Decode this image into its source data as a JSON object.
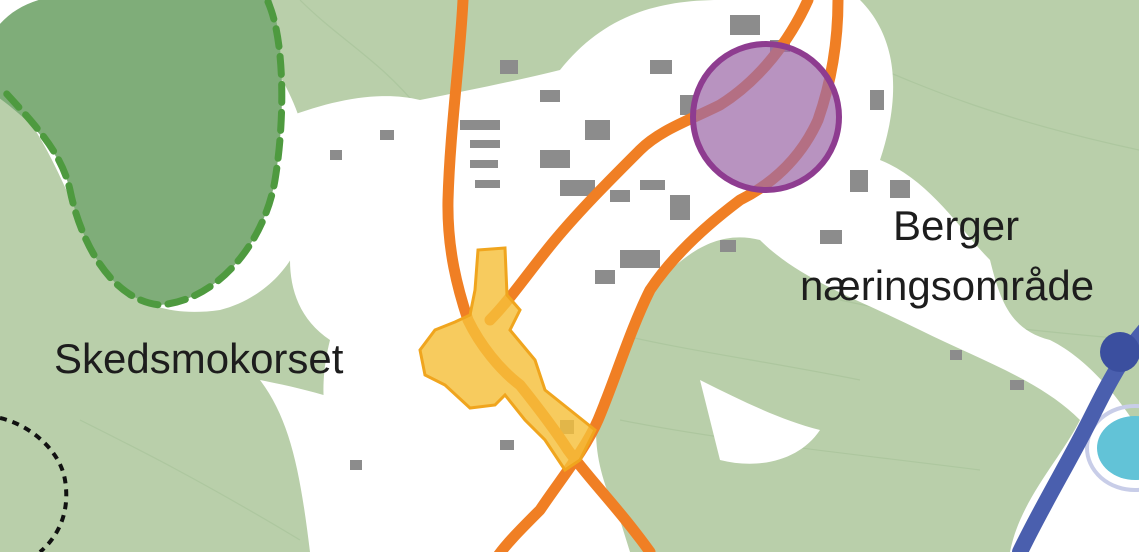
{
  "labels": {
    "skedsmokorset": "Skedsmokorset",
    "berger_line1": "Berger",
    "berger_line2": "næringsområde"
  },
  "colors": {
    "background_green": "#b9cfaa",
    "dark_green_area": "#7fad79",
    "green_dashed_boundary": "#4e9a3f",
    "black_dashed_boundary": "#111111",
    "built_up_area": "#ffffff",
    "buildings": "#8c8c8c",
    "main_roads": "#f07f24",
    "center_zone": "#f5bf3a",
    "business_area_circle": "#8e5a9c",
    "railway_line": "#4a5fae",
    "station_node": "#3b4f9f",
    "light_blue_area": "#62c3d7"
  },
  "icons": [
    "business-area-circle-icon",
    "station-node-icon",
    "center-zone-icon"
  ]
}
